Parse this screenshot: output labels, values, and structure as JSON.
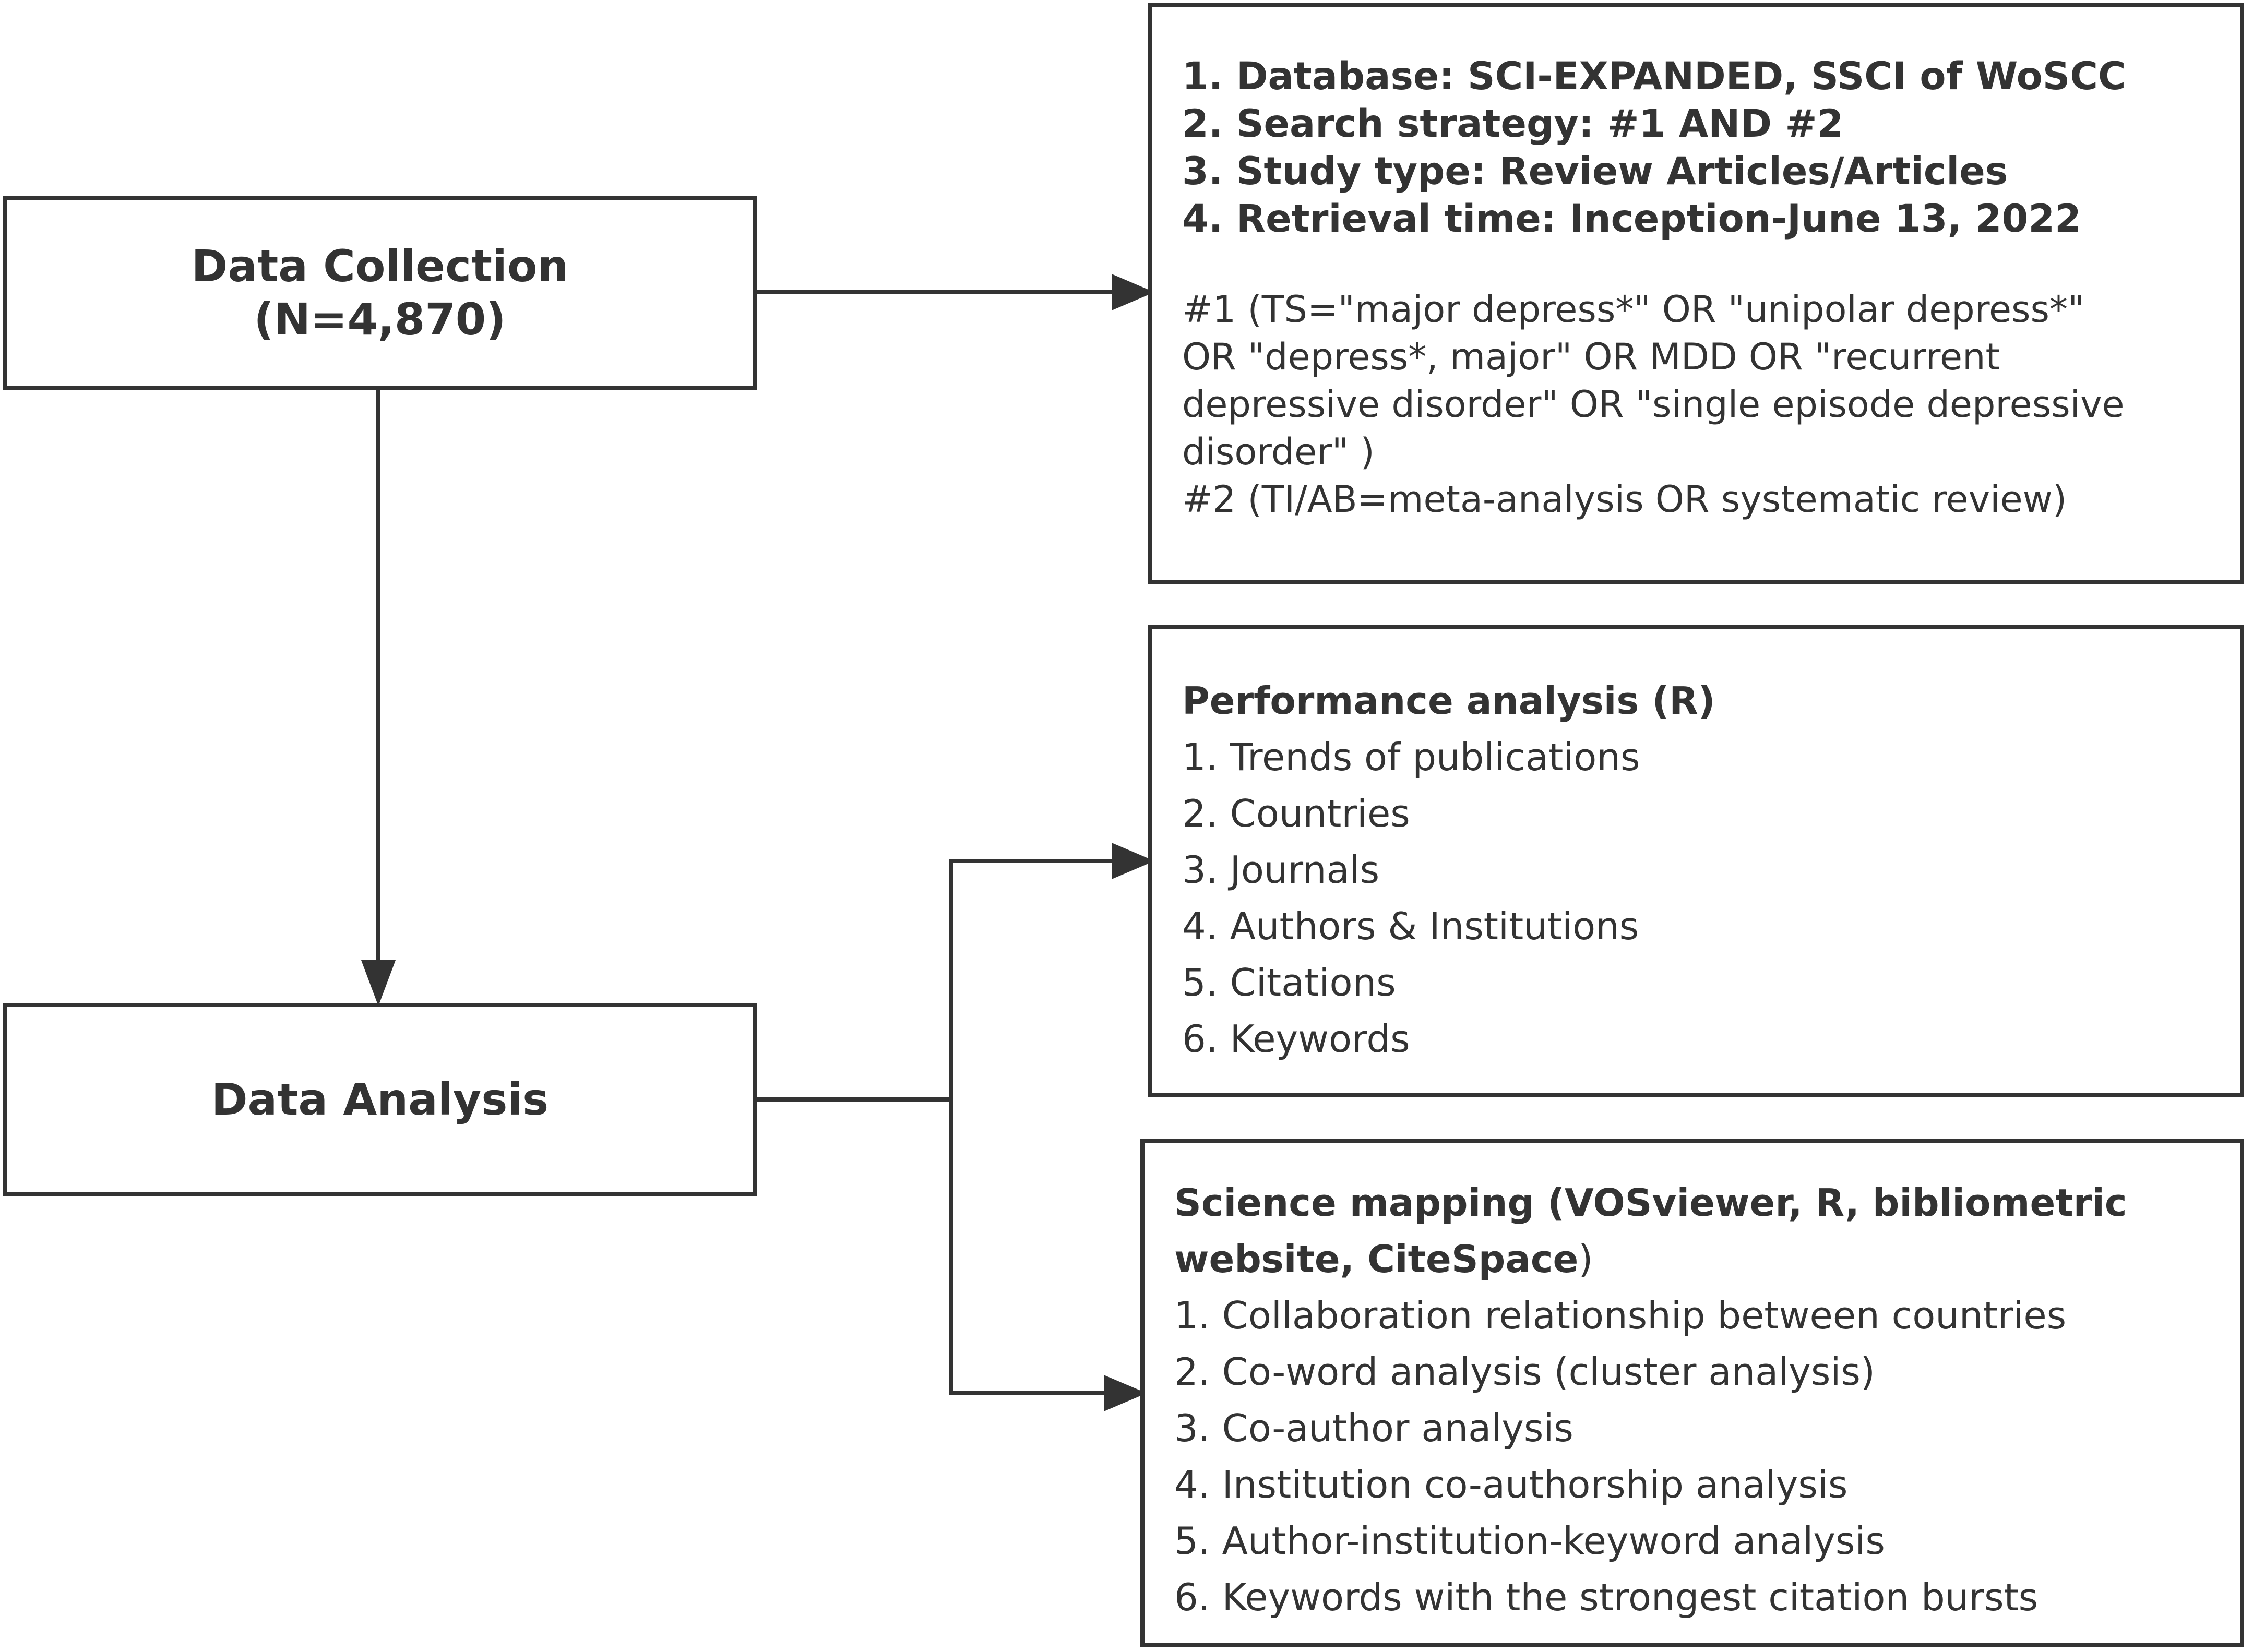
{
  "collection_box": {
    "title": "Data Collection",
    "count": "(N=4,870)"
  },
  "analysis_box": {
    "title": "Data Analysis"
  },
  "search_box": {
    "criteria": [
      "1. Database: SCI-EXPANDED,  SSCI of WoSCC",
      "2. Search strategy: #1 AND #2",
      "3. Study type: Review Articles/Articles",
      "4. Retrieval time: Inception-June 13, 2022"
    ],
    "query_lines": [
      "#1 (TS=\"major depress*\" OR \"unipolar depress*\"",
      "OR \"depress*, major\" OR MDD OR \"recurrent",
      "depressive disorder\" OR \"single episode depressive",
      "disorder\" )",
      "#2 (TI/AB=meta-analysis OR systematic review)"
    ]
  },
  "performance_box": {
    "heading": "Performance analysis (R)",
    "items": [
      "1. Trends of publications",
      "2. Countries",
      "3. Journals",
      "4. Authors & Institutions",
      "5. Citations",
      "6. Keywords"
    ]
  },
  "mapping_box": {
    "heading_line1": "Science mapping (VOSviewer, R, bibliometric",
    "heading_line2_bold": "website, CiteSpace",
    "heading_line2_rest": ")",
    "items": [
      "1. Collaboration relationship between countries",
      "2. Co-word analysis (cluster analysis)",
      "3. Co-author analysis",
      "4. Institution co-authorship analysis",
      "5. Author-institution-keyword analysis",
      "6. Keywords with the strongest citation bursts"
    ]
  },
  "colors": {
    "stroke": "#333333",
    "text": "#333333",
    "background": "#ffffff"
  }
}
